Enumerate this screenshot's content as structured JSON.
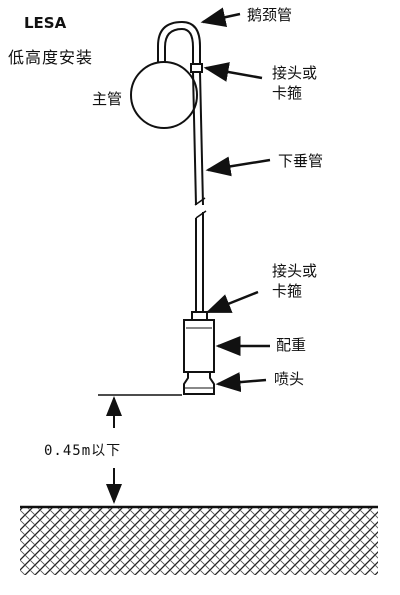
{
  "header": {
    "title": "LESA",
    "subtitle": "低高度安装"
  },
  "labels": {
    "gooseneck": "鹅颈管",
    "main_pipe": "主管",
    "coupling_upper_1": "接头或",
    "coupling_upper_2": "卡箍",
    "drop_pipe": "下垂管",
    "coupling_lower_1": "接头或",
    "coupling_lower_2": "卡箍",
    "weight": "配重",
    "nozzle": "喷头",
    "height": "0.45m以下"
  }
}
